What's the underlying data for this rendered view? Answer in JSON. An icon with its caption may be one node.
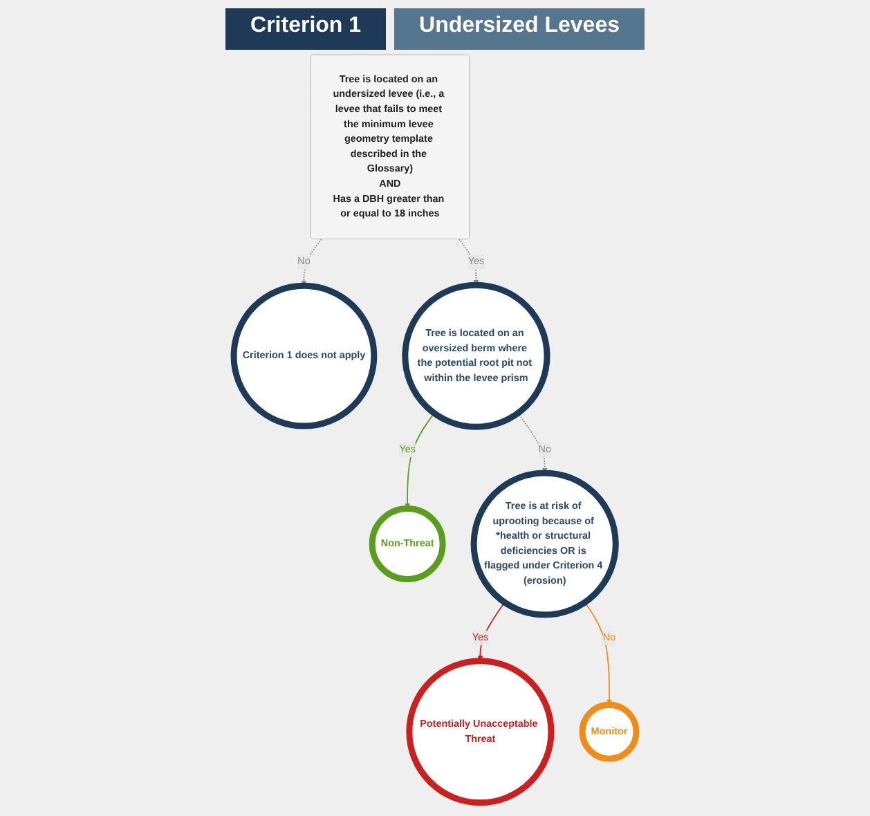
{
  "diagram": {
    "title": "Criterion 1",
    "nodes": [
      {
        "text": [
          "Tree is located on an undersized levee (i.e., a levee that fails to meet the minimum levee geometry template described in the Glossary)",
          "AND",
          "Has a DBH greater than or equal to 18 inches"
        ]
      },
      {
        "text": [
          "Criterion 1 does not apply"
        ]
      },
      {
        "text": [
          "Tree is located on an oversized berm where the potential root pit not within the levee prism"
        ]
      },
      {
        "text": [
          "Non-Threat"
        ]
      },
      {
        "text": [
          "Tree is at risk of uprooting because of *health or structural deficiencies OR is flagged under Criterion 4 (erosion)"
        ]
      },
      {
        "text": [
          "Potentially Unacceptable Threat"
        ]
      },
      {
        "text": [
          "Monitor"
        ]
      }
    ],
    "edges": [
      {
        "from": 0,
        "to": 1,
        "arrow": "to",
        "label": "No",
        "style": "dashed"
      },
      {
        "from": 0,
        "to": 2,
        "arrow": "to",
        "label": "Yes",
        "style": "dashed"
      },
      {
        "from": 2,
        "to": 3,
        "arrow": "to",
        "label": "Yes",
        "color": "#5a9e1e"
      },
      {
        "from": 2,
        "to": 4,
        "arrow": "to",
        "label": "No",
        "style": "dashed"
      },
      {
        "from": 4,
        "to": 5,
        "arrow": "to",
        "label": "Yes",
        "color": "#cc1f1f"
      },
      {
        "from": 4,
        "to": 6,
        "arrow": "to",
        "label": "No",
        "color": "#f28c18"
      }
    ],
    "labels": [
      "Undersized Levees"
    ]
  }
}
